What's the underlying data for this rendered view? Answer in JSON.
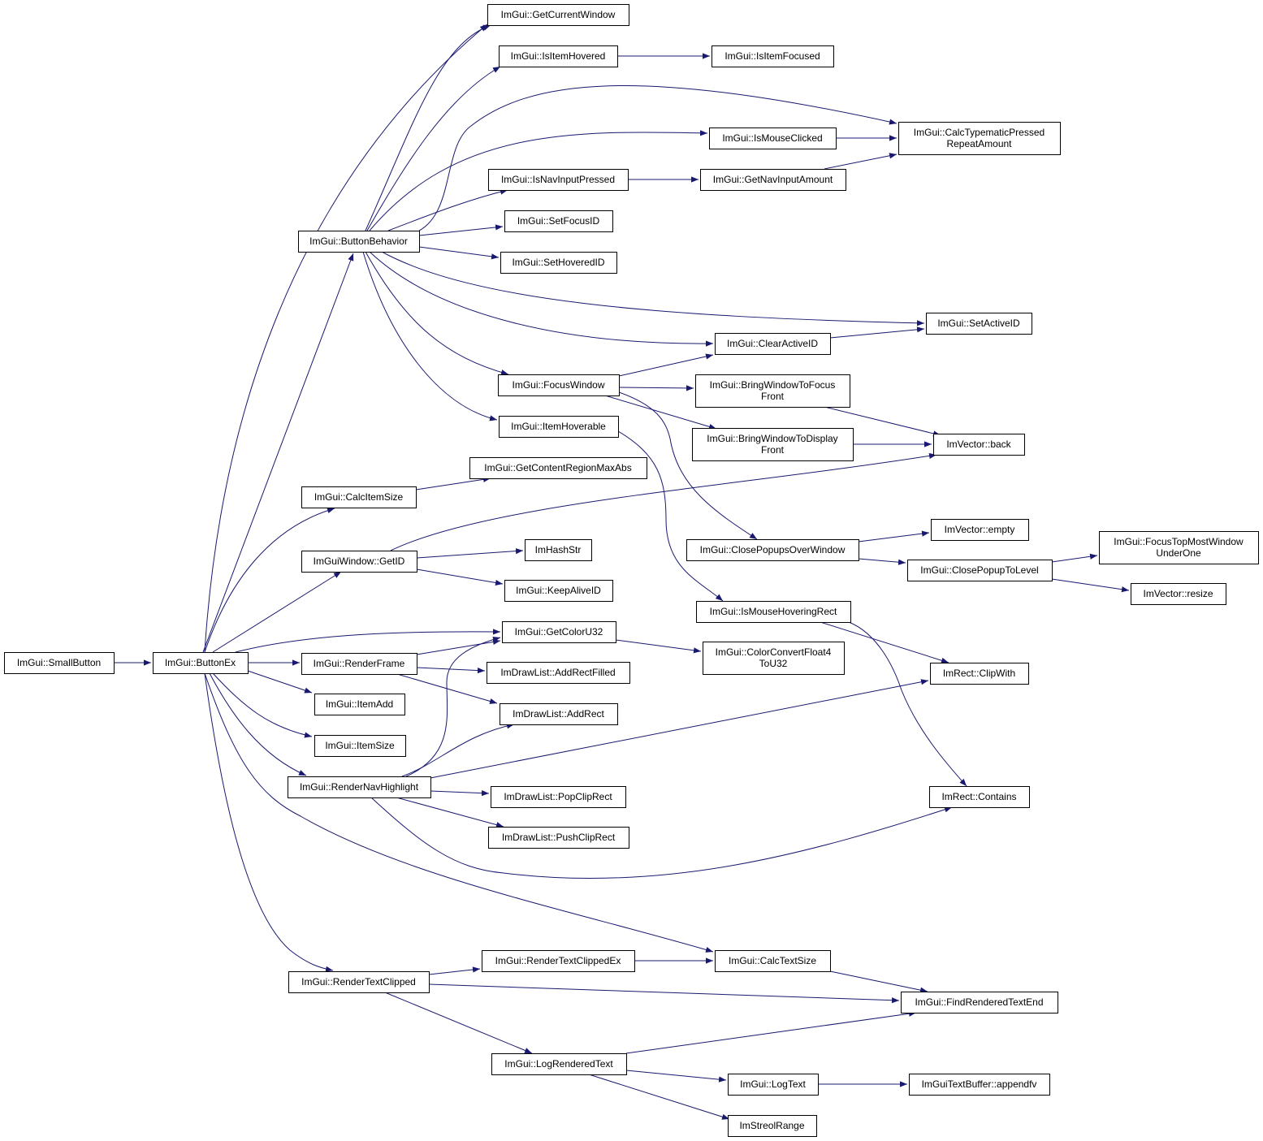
{
  "colors": {
    "edge": "#191970",
    "node_border": "#000000",
    "node_fill": "#ffffff",
    "root_fill": "#bfbfbf",
    "truncated_border": "#ff0000"
  },
  "nodes": [
    {
      "id": "smallbutton",
      "label": [
        "ImGui::SmallButton"
      ],
      "root": true
    },
    {
      "id": "buttonex",
      "label": [
        "ImGui::ButtonEx"
      ]
    },
    {
      "id": "getcurrentwindow",
      "label": [
        "ImGui::GetCurrentWindow"
      ]
    },
    {
      "id": "isitemhovered",
      "label": [
        "ImGui::IsItemHovered"
      ]
    },
    {
      "id": "isitemfocused",
      "label": [
        "ImGui::IsItemFocused"
      ]
    },
    {
      "id": "calctypematic",
      "label": [
        "ImGui::CalcTypematicPressed",
        "RepeatAmount"
      ]
    },
    {
      "id": "ismouseclicked",
      "label": [
        "ImGui::IsMouseClicked"
      ]
    },
    {
      "id": "isnavinputpressed",
      "label": [
        "ImGui::IsNavInputPressed"
      ]
    },
    {
      "id": "getnavinputamount",
      "label": [
        "ImGui::GetNavInputAmount"
      ]
    },
    {
      "id": "setfocusid",
      "label": [
        "ImGui::SetFocusID"
      ]
    },
    {
      "id": "buttonbehavior",
      "label": [
        "ImGui::ButtonBehavior"
      ]
    },
    {
      "id": "sethoveredid",
      "label": [
        "ImGui::SetHoveredID"
      ]
    },
    {
      "id": "setactiveid",
      "label": [
        "ImGui::SetActiveID"
      ]
    },
    {
      "id": "clearactiveid",
      "label": [
        "ImGui::ClearActiveID"
      ]
    },
    {
      "id": "focuswindow",
      "label": [
        "ImGui::FocusWindow"
      ]
    },
    {
      "id": "bringfocusfront",
      "label": [
        "ImGui::BringWindowToFocus",
        "Front"
      ]
    },
    {
      "id": "itemhoverable",
      "label": [
        "ImGui::ItemHoverable"
      ]
    },
    {
      "id": "bringdisplayfront",
      "label": [
        "ImGui::BringWindowToDisplay",
        "Front"
      ]
    },
    {
      "id": "imvectorback",
      "label": [
        "ImVector::back"
      ]
    },
    {
      "id": "getcontentregion",
      "label": [
        "ImGui::GetContentRegionMaxAbs"
      ]
    },
    {
      "id": "calcitemsize",
      "label": [
        "ImGui::CalcItemSize"
      ]
    },
    {
      "id": "imvectorempty",
      "label": [
        "ImVector::empty"
      ]
    },
    {
      "id": "focustopmost",
      "label": [
        "ImGui::FocusTopMostWindow",
        "UnderOne"
      ]
    },
    {
      "id": "closepopupsover",
      "label": [
        "ImGui::ClosePopupsOverWindow"
      ]
    },
    {
      "id": "imhashstr",
      "label": [
        "ImHashStr"
      ]
    },
    {
      "id": "getid",
      "label": [
        "ImGuiWindow::GetID"
      ]
    },
    {
      "id": "closepopuptolevel",
      "label": [
        "ImGui::ClosePopupToLevel"
      ]
    },
    {
      "id": "keepaliveid",
      "label": [
        "ImGui::KeepAliveID"
      ]
    },
    {
      "id": "imvectorresize",
      "label": [
        "ImVector::resize"
      ]
    },
    {
      "id": "ismousehoveringrect",
      "label": [
        "ImGui::IsMouseHoveringRect"
      ]
    },
    {
      "id": "getcoloru32",
      "label": [
        "ImGui::GetColorU32"
      ]
    },
    {
      "id": "colorconvert",
      "label": [
        "ImGui::ColorConvertFloat4",
        "ToU32"
      ]
    },
    {
      "id": "renderframe",
      "label": [
        "ImGui::RenderFrame"
      ]
    },
    {
      "id": "addrectfilled",
      "label": [
        "ImDrawList::AddRectFilled"
      ]
    },
    {
      "id": "imrectclipwith",
      "label": [
        "ImRect::ClipWith"
      ]
    },
    {
      "id": "itemadd",
      "label": [
        "ImGui::ItemAdd"
      ]
    },
    {
      "id": "addrect",
      "label": [
        "ImDrawList::AddRect"
      ]
    },
    {
      "id": "itemsize",
      "label": [
        "ImGui::ItemSize"
      ]
    },
    {
      "id": "rendernavhighlight",
      "label": [
        "ImGui::RenderNavHighlight"
      ]
    },
    {
      "id": "popcliprect",
      "label": [
        "ImDrawList::PopClipRect"
      ]
    },
    {
      "id": "imrectcontains",
      "label": [
        "ImRect::Contains"
      ]
    },
    {
      "id": "pushcliprect",
      "label": [
        "ImDrawList::PushClipRect"
      ]
    },
    {
      "id": "calctextsize",
      "label": [
        "ImGui::CalcTextSize"
      ]
    },
    {
      "id": "rendertextclippedex",
      "label": [
        "ImGui::RenderTextClippedEx"
      ]
    },
    {
      "id": "rendertextclipped",
      "label": [
        "ImGui::RenderTextClipped"
      ]
    },
    {
      "id": "findrenderedtextend",
      "label": [
        "ImGui::FindRenderedTextEnd"
      ]
    },
    {
      "id": "logrenderedtext",
      "label": [
        "ImGui::LogRenderedText"
      ]
    },
    {
      "id": "logtext",
      "label": [
        "ImGui::LogText"
      ]
    },
    {
      "id": "appendfv",
      "label": [
        "ImGuiTextBuffer::appendfv"
      ],
      "truncated": true
    },
    {
      "id": "imstreolrange",
      "label": [
        "ImStreolRange"
      ]
    }
  ],
  "edges": [
    [
      "smallbutton",
      "buttonex"
    ],
    [
      "buttonex",
      "getcurrentwindow"
    ],
    [
      "buttonex",
      "buttonbehavior"
    ],
    [
      "buttonex",
      "calcitemsize"
    ],
    [
      "buttonex",
      "getid"
    ],
    [
      "buttonex",
      "getcoloru32"
    ],
    [
      "buttonex",
      "renderframe"
    ],
    [
      "buttonex",
      "itemadd"
    ],
    [
      "buttonex",
      "itemsize"
    ],
    [
      "buttonex",
      "rendernavhighlight"
    ],
    [
      "buttonex",
      "calctextsize"
    ],
    [
      "buttonex",
      "rendertextclipped"
    ],
    [
      "buttonbehavior",
      "getcurrentwindow"
    ],
    [
      "buttonbehavior",
      "isitemhovered"
    ],
    [
      "buttonbehavior",
      "calctypematic"
    ],
    [
      "buttonbehavior",
      "ismouseclicked"
    ],
    [
      "buttonbehavior",
      "isnavinputpressed"
    ],
    [
      "buttonbehavior",
      "setfocusid"
    ],
    [
      "buttonbehavior",
      "sethoveredid"
    ],
    [
      "buttonbehavior",
      "setactiveid"
    ],
    [
      "buttonbehavior",
      "clearactiveid"
    ],
    [
      "buttonbehavior",
      "focuswindow"
    ],
    [
      "buttonbehavior",
      "itemhoverable"
    ],
    [
      "isitemhovered",
      "isitemfocused"
    ],
    [
      "ismouseclicked",
      "calctypematic"
    ],
    [
      "isnavinputpressed",
      "getnavinputamount"
    ],
    [
      "getnavinputamount",
      "calctypematic"
    ],
    [
      "clearactiveid",
      "setactiveid"
    ],
    [
      "focuswindow",
      "clearactiveid"
    ],
    [
      "focuswindow",
      "bringfocusfront"
    ],
    [
      "focuswindow",
      "bringdisplayfront"
    ],
    [
      "focuswindow",
      "closepopupsover"
    ],
    [
      "bringfocusfront",
      "imvectorback"
    ],
    [
      "bringdisplayfront",
      "imvectorback"
    ],
    [
      "itemhoverable",
      "ismousehoveringrect"
    ],
    [
      "calcitemsize",
      "getcontentregion"
    ],
    [
      "getid",
      "imvectorback"
    ],
    [
      "getid",
      "imhashstr"
    ],
    [
      "getid",
      "keepaliveid"
    ],
    [
      "closepopupsover",
      "imvectorempty"
    ],
    [
      "closepopupsover",
      "closepopuptolevel"
    ],
    [
      "closepopuptolevel",
      "focustopmost"
    ],
    [
      "closepopuptolevel",
      "imvectorresize"
    ],
    [
      "ismousehoveringrect",
      "imrectclipwith"
    ],
    [
      "ismousehoveringrect",
      "imrectcontains"
    ],
    [
      "getcoloru32",
      "colorconvert"
    ],
    [
      "renderframe",
      "getcoloru32"
    ],
    [
      "renderframe",
      "addrectfilled"
    ],
    [
      "renderframe",
      "addrect"
    ],
    [
      "rendernavhighlight",
      "getcoloru32"
    ],
    [
      "rendernavhighlight",
      "addrect"
    ],
    [
      "rendernavhighlight",
      "imrectclipwith"
    ],
    [
      "rendernavhighlight",
      "popcliprect"
    ],
    [
      "rendernavhighlight",
      "pushcliprect"
    ],
    [
      "rendernavhighlight",
      "imrectcontains"
    ],
    [
      "calctextsize",
      "findrenderedtextend"
    ],
    [
      "rendertextclipped",
      "rendertextclippedex"
    ],
    [
      "rendertextclipped",
      "findrenderedtextend"
    ],
    [
      "rendertextclipped",
      "logrenderedtext"
    ],
    [
      "rendertextclippedex",
      "calctextsize"
    ],
    [
      "logrenderedtext",
      "findrenderedtextend"
    ],
    [
      "logrenderedtext",
      "logtext"
    ],
    [
      "logrenderedtext",
      "imstreolrange"
    ],
    [
      "logtext",
      "appendfv"
    ]
  ]
}
